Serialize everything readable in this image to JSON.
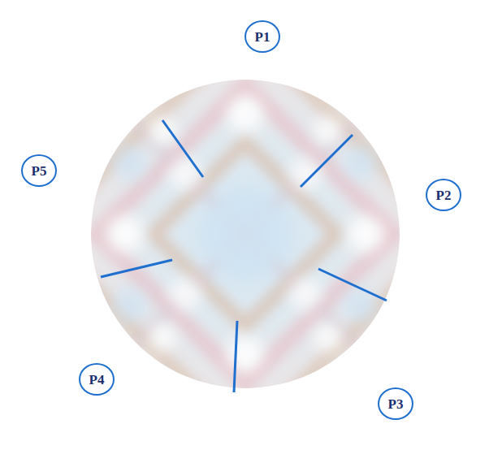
{
  "diagram": {
    "nodes": [
      {
        "text": [
          "P1"
        ]
      },
      {
        "text": [
          "P2"
        ]
      },
      {
        "text": [
          "P3"
        ]
      },
      {
        "text": [
          "P4"
        ]
      },
      {
        "text": [
          "P5"
        ]
      }
    ]
  }
}
